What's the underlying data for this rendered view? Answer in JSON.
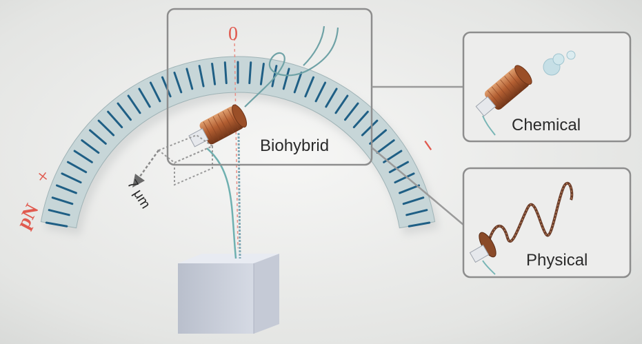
{
  "labels": {
    "biohybrid": "Biohybrid",
    "chemical": "Chemical",
    "physical": "Physical",
    "scale": "7 μm",
    "unit": "pN",
    "zero": "0",
    "plus": "+",
    "minus": "−"
  },
  "colors": {
    "tick": "#1f5f85",
    "scale_mark": "#e05a4f",
    "copper": "#b8653a",
    "flagellum": "#79b6b6",
    "frame": "#8a8a8a",
    "background": "#e6e7e6"
  }
}
